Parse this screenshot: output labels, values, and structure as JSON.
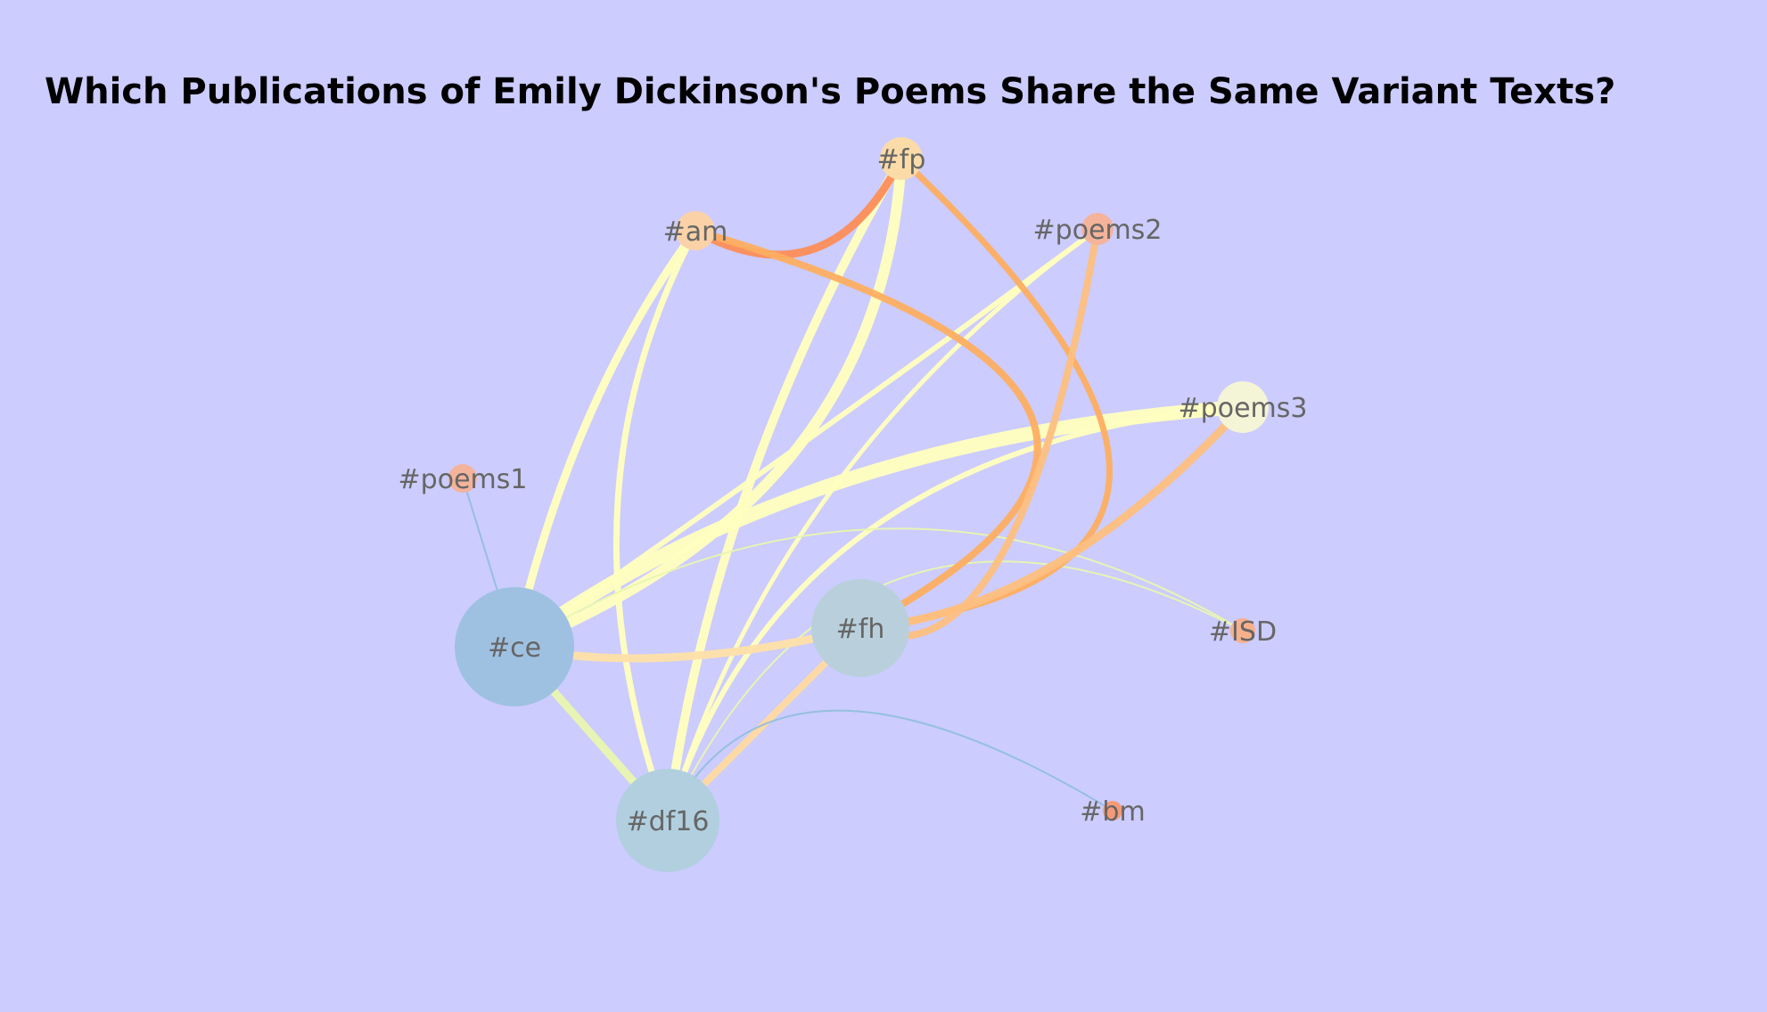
{
  "title": "Which Publications of Emily Dickinson's Poems Share the Same Variant Texts?",
  "colors": {
    "background": "#ccccff",
    "edge_yellow": "#ffffbf",
    "edge_orange": "#fdae61",
    "edge_peach": "#fee090",
    "edge_red": "#fc8d59",
    "edge_blue": "#91bfdb",
    "edge_pale": "#e8f5b0"
  },
  "nodes": [
    {
      "id": "fp",
      "label": "#fp",
      "color": "#fbdca8",
      "importance": 1
    },
    {
      "id": "am",
      "label": "#am",
      "color": "#fbd2a8",
      "importance": 1
    },
    {
      "id": "poems2",
      "label": "#poems2",
      "color": "#f4b39a",
      "importance": 1
    },
    {
      "id": "poems3",
      "label": "#poems3",
      "color": "#f4f4d6",
      "importance": 2
    },
    {
      "id": "poems1",
      "label": "#poems1",
      "color": "#f4b39a",
      "importance": 1
    },
    {
      "id": "ce",
      "label": "#ce",
      "color": "#9fc1e1",
      "importance": 5
    },
    {
      "id": "fh",
      "label": "#fh",
      "color": "#b9d0dc",
      "importance": 4
    },
    {
      "id": "ISD",
      "label": "#ISD",
      "color": "#f7b08c",
      "importance": 1
    },
    {
      "id": "df16",
      "label": "#df16",
      "color": "#b1cfdf",
      "importance": 4
    },
    {
      "id": "bm",
      "label": "#bm",
      "color": "#f59a78",
      "importance": 1
    }
  ],
  "edges": [
    {
      "source": "ce",
      "target": "poems3",
      "color": "#ffffbf",
      "weight": 16
    },
    {
      "source": "ce",
      "target": "fp",
      "color": "#ffffbf",
      "weight": 12
    },
    {
      "source": "df16",
      "target": "fp",
      "color": "#ffffbf",
      "weight": 10
    },
    {
      "source": "df16",
      "target": "poems3",
      "color": "#ffffbf",
      "weight": 6
    },
    {
      "source": "ce",
      "target": "poems2",
      "color": "#ffffbf",
      "weight": 6
    },
    {
      "source": "df16",
      "target": "poems2",
      "color": "#ffffbf",
      "weight": 5
    },
    {
      "source": "ce",
      "target": "am",
      "color": "#ffffbf",
      "weight": 9
    },
    {
      "source": "df16",
      "target": "am",
      "color": "#ffffbf",
      "weight": 7
    },
    {
      "source": "ce",
      "target": "ISD",
      "color": "#e8f5b0",
      "weight": 2
    },
    {
      "source": "df16",
      "target": "ISD",
      "color": "#e8f5b0",
      "weight": 2
    },
    {
      "source": "am",
      "target": "fp",
      "color": "#fc8d59",
      "weight": 9
    },
    {
      "source": "am",
      "target": "fh",
      "color": "#fdae61",
      "weight": 8
    },
    {
      "source": "fp",
      "target": "fh",
      "color": "#fdae61",
      "weight": 7
    },
    {
      "source": "poems2",
      "target": "fh",
      "color": "#fdbf80",
      "weight": 8
    },
    {
      "source": "poems3",
      "target": "fh",
      "color": "#fdbf80",
      "weight": 9
    },
    {
      "source": "ce",
      "target": "fh",
      "color": "#fee0a8",
      "weight": 9
    },
    {
      "source": "ce",
      "target": "df16",
      "color": "#e8f5b0",
      "weight": 9
    },
    {
      "source": "fh",
      "target": "df16",
      "color": "#fed9a0",
      "weight": 8
    },
    {
      "source": "poems1",
      "target": "ce",
      "color": "#91bfdb",
      "weight": 2
    },
    {
      "source": "df16",
      "target": "bm",
      "color": "#91bfdb",
      "weight": 2
    }
  ]
}
